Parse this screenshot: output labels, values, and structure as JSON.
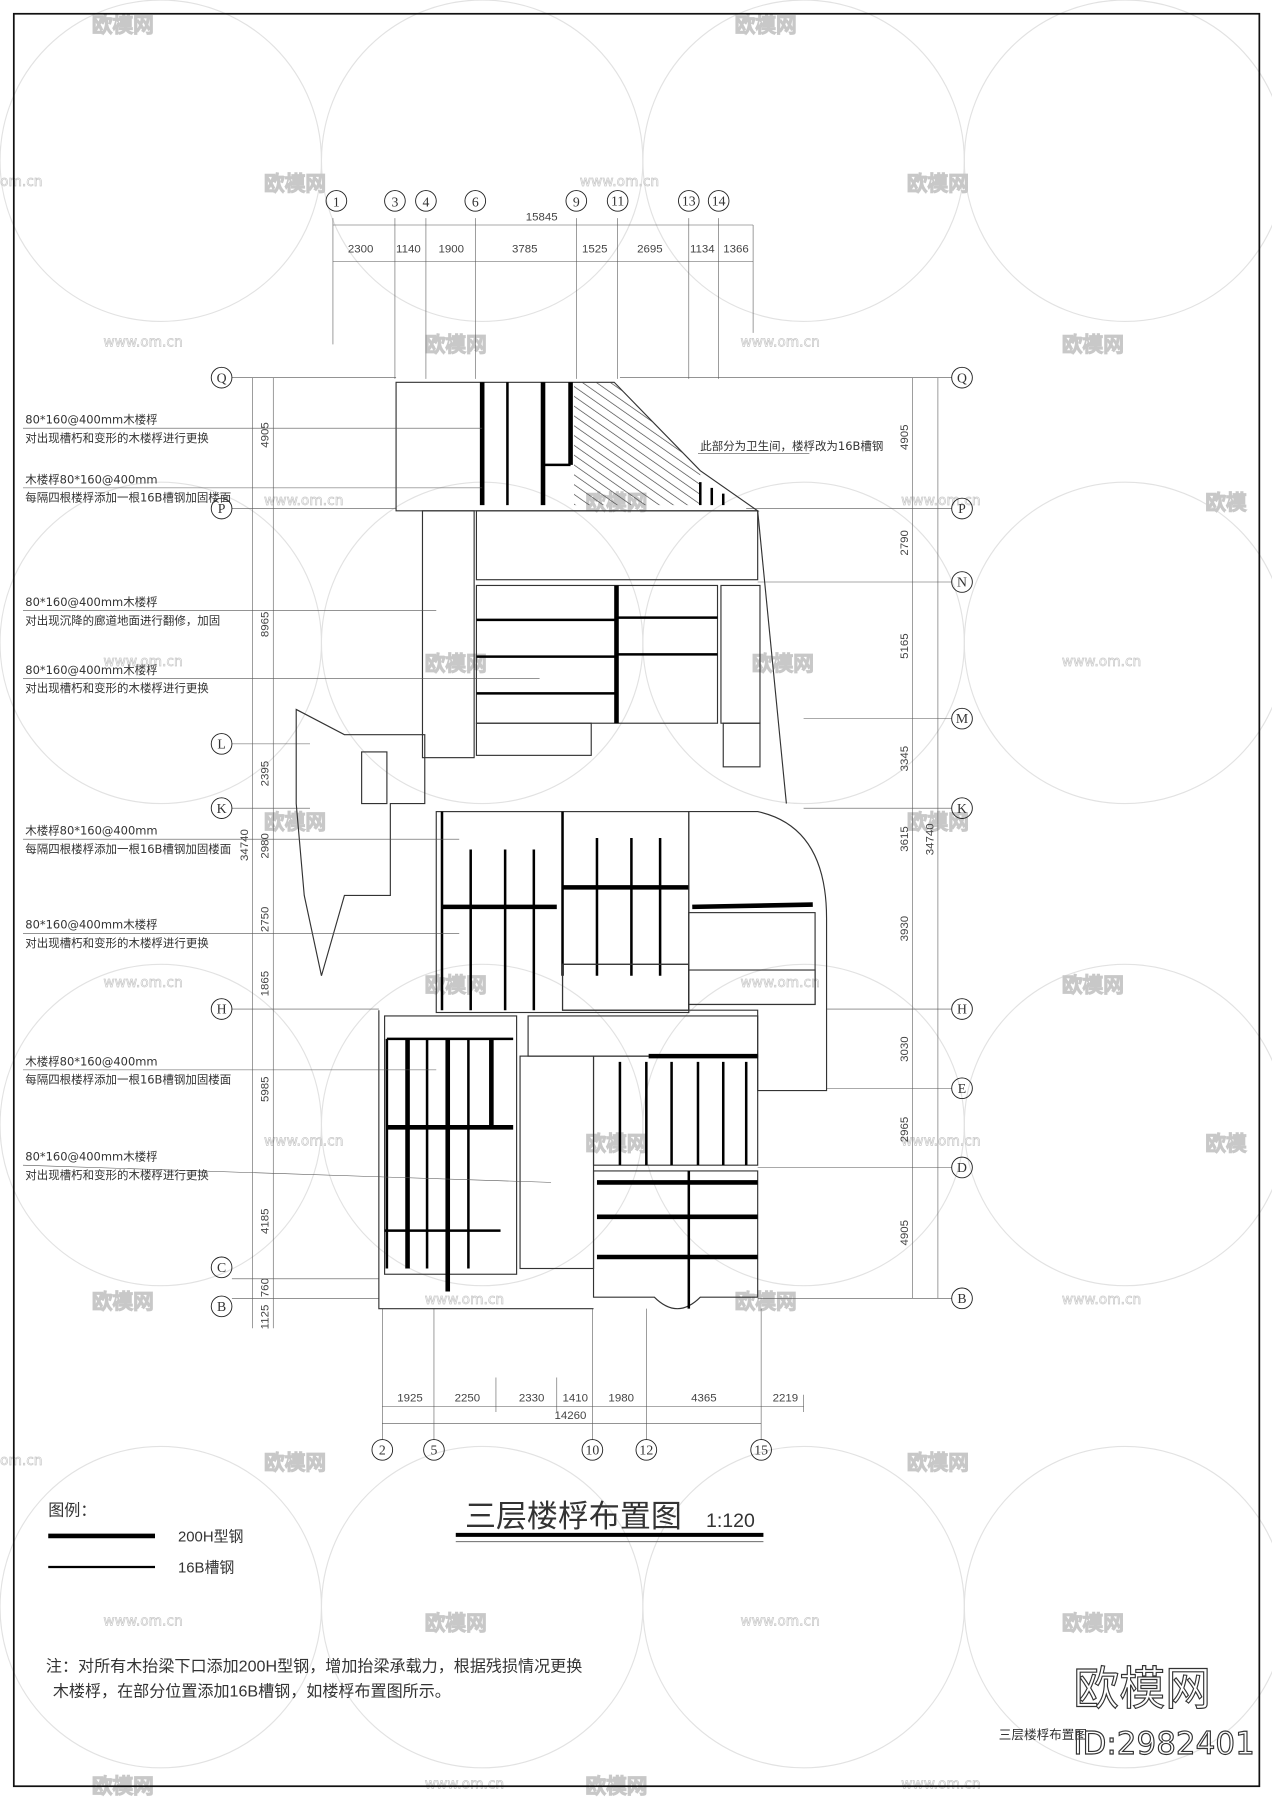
{
  "top_axes": [
    "1",
    "3",
    "4",
    "6",
    "9",
    "11",
    "13",
    "14"
  ],
  "top_total": "15845",
  "top_dims": [
    "2300",
    "1140",
    "1900",
    "3785",
    "1525",
    "2695",
    "1134",
    "1366"
  ],
  "left_axes": [
    "Q",
    "P",
    "L",
    "K",
    "H",
    "C",
    "B"
  ],
  "left_dims": [
    "4905",
    "8965",
    "2395",
    "2980",
    "2750",
    "1865",
    "5985",
    "4185",
    "760",
    "1125"
  ],
  "left_total": "34740",
  "right_axes": [
    "Q",
    "P",
    "N",
    "M",
    "K",
    "H",
    "E",
    "D",
    "B"
  ],
  "right_dims": [
    "4905",
    "2790",
    "5165",
    "3345",
    "3615",
    "3930",
    "3030",
    "2965",
    "4905"
  ],
  "right_total": "34740",
  "bottom_axes": [
    "2",
    "5",
    "10",
    "12",
    "15"
  ],
  "bottom_dims": [
    "1925",
    "2250",
    "2330",
    "1410",
    "1980",
    "4365",
    "2219"
  ],
  "bottom_total": "14260",
  "annotations": [
    {
      "line1": "80*160@400mm木楼桴",
      "line2": "对出现槽朽和变形的木楼桴进行更换"
    },
    {
      "line1": "木楼桴80*160@400mm",
      "line2": "每隔四根楼桴添加一根16B槽钢加固楼面"
    },
    {
      "line1": "80*160@400mm木楼桴",
      "line2": "对出现沉降的廊道地面进行翻修，加固"
    },
    {
      "line1": "80*160@400mm木楼桴",
      "line2": "对出现槽朽和变形的木楼桴进行更换"
    },
    {
      "line1": "木楼桴80*160@400mm",
      "line2": "每隔四根楼桴添加一根16B槽钢加固楼面"
    },
    {
      "line1": "80*160@400mm木楼桴",
      "line2": "对出现槽朽和变形的木楼桴进行更换"
    },
    {
      "line1": "木楼桴80*160@400mm",
      "line2": "每隔四根楼桴添加一根16B槽钢加固楼面"
    },
    {
      "line1": "80*160@400mm木楼桴",
      "line2": "对出现槽朽和变形的木楼桴进行更换"
    }
  ],
  "bathroom_note": "此部分为卫生间，楼桴改为16B槽钢",
  "title": {
    "text": "三层楼桴布置图",
    "scale": "1:120"
  },
  "legend": {
    "heading": "图例：",
    "items": [
      {
        "label": "200H型钢",
        "style": "thick"
      },
      {
        "label": "16B槽钢",
        "style": "thin"
      }
    ]
  },
  "notes": [
    "注：对所有木抬梁下口添加200H型钢，增加抬梁承载力，根据残损情况更换",
    "木楼桴，在部分位置添加16B槽钢，如楼桴布置图所示。"
  ],
  "corner_caption": "三层楼桴布置图",
  "watermark": {
    "brand": "欧模网",
    "url": "www.om.cn",
    "id": "ID:2982401"
  }
}
